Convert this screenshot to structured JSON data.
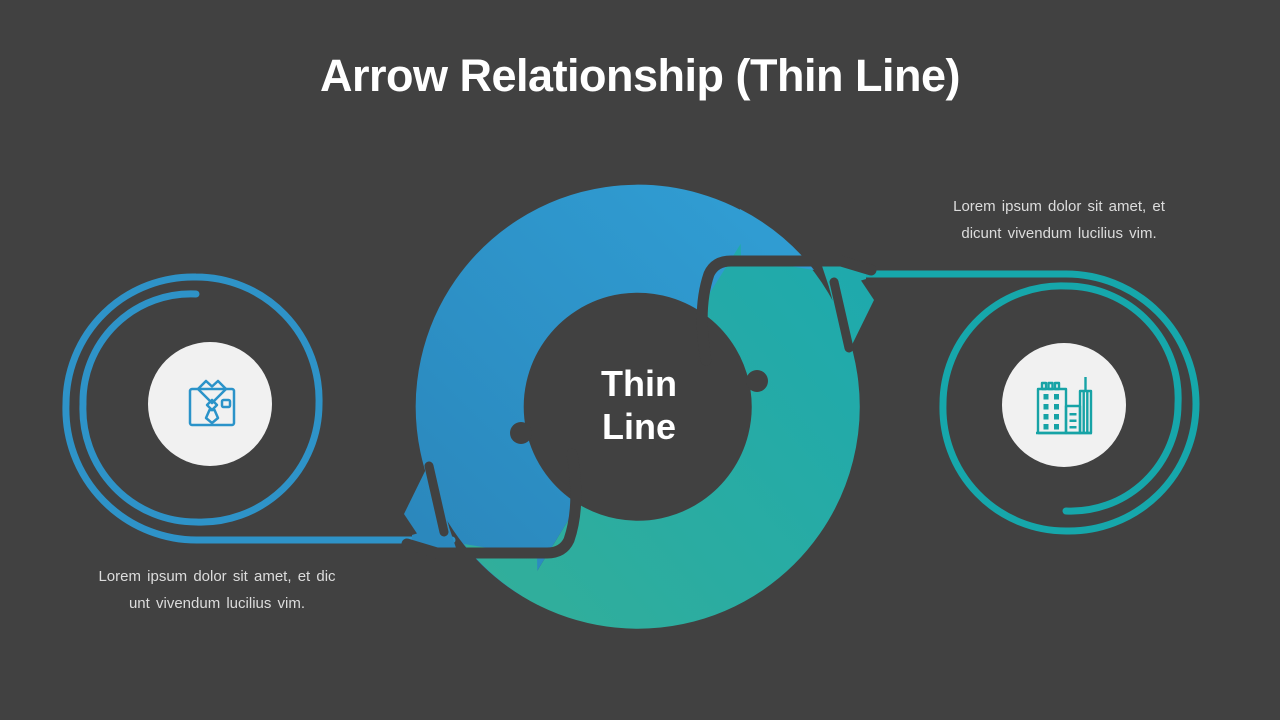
{
  "title": "Arrow Relationship (Thin Line)",
  "center_label": {
    "line1": "Thin",
    "line2": "Line"
  },
  "left_item": {
    "icon": "shirt-tie-icon",
    "caption": [
      "Lorem ipsum dolor sit amet, et dic",
      "unt vivendum lucilius vim."
    ]
  },
  "right_item": {
    "icon": "buildings-icon",
    "caption": [
      "Lorem ipsum dolor sit amet, et",
      "dicunt vivendum lucilius vim."
    ]
  },
  "colors": {
    "background": "#414141",
    "blue_start": "#309dd3",
    "blue_end": "#2b88bd",
    "blue_line": "#2e93c8",
    "teal_start": "#31ae9b",
    "teal_end": "#1ea9ad",
    "teal_line": "#16a7ab",
    "white_circle": "#f1f1f1",
    "icon_blue": "#2b93c9",
    "icon_teal": "#17a3a6",
    "title_text": "#ffffff",
    "body_text": "#dcdcdc"
  }
}
